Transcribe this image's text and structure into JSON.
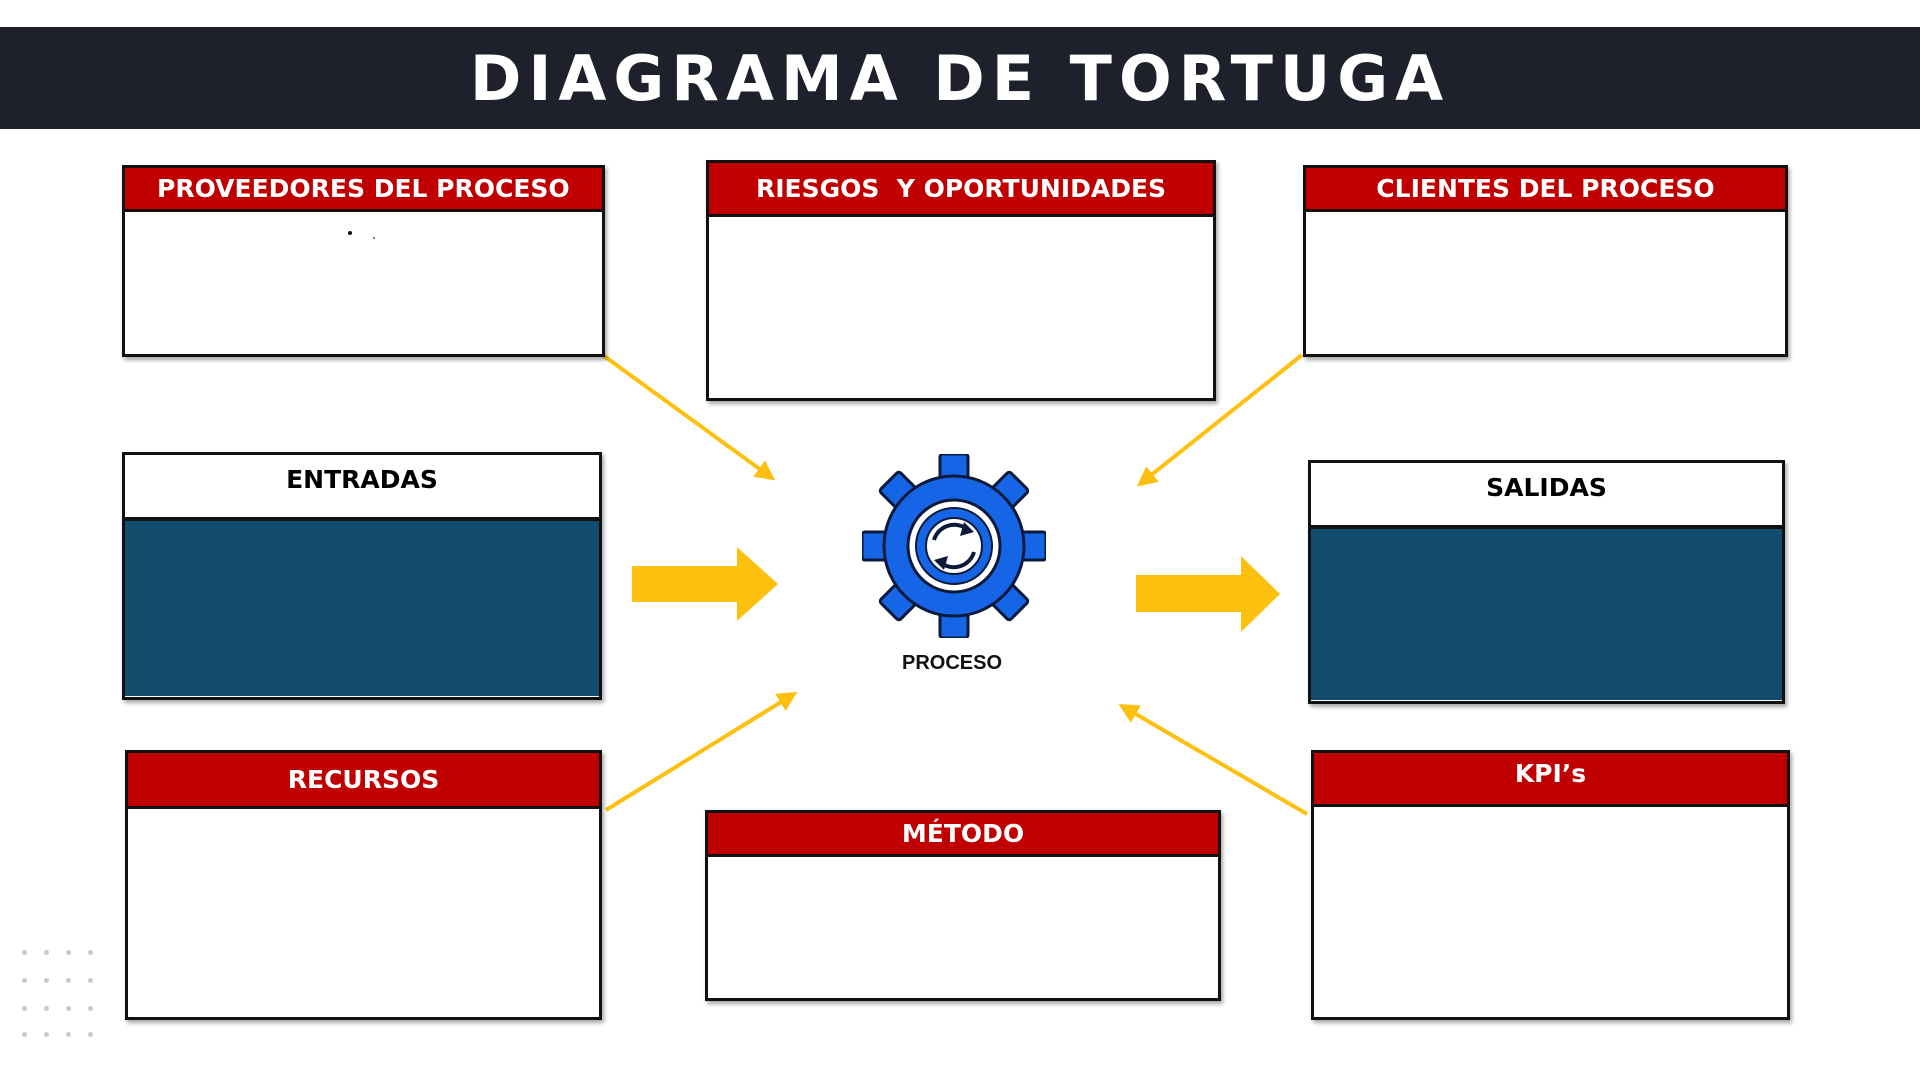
{
  "title": "DIAGRAMA DE TORTUGA",
  "boxes": {
    "proveedores": "PROVEEDORES DEL PROCESO",
    "riesgos": "RIESGOS  Y OPORTUNIDADES",
    "clientes": "CLIENTES DEL PROCESO",
    "entradas": "ENTRADAS",
    "salidas": "SALIDAS",
    "recursos": "RECURSOS",
    "metodo": "MÉTODO",
    "kpis": "KPI’s"
  },
  "center": {
    "label": "PROCESO",
    "icon": "gear-refresh-icon"
  },
  "colors": {
    "title_bar": "#1e212b",
    "header_red": "#c00000",
    "body_teal": "#114b6d",
    "arrow_yellow": "#fdc00f",
    "gear_blue": "#1565e6"
  }
}
